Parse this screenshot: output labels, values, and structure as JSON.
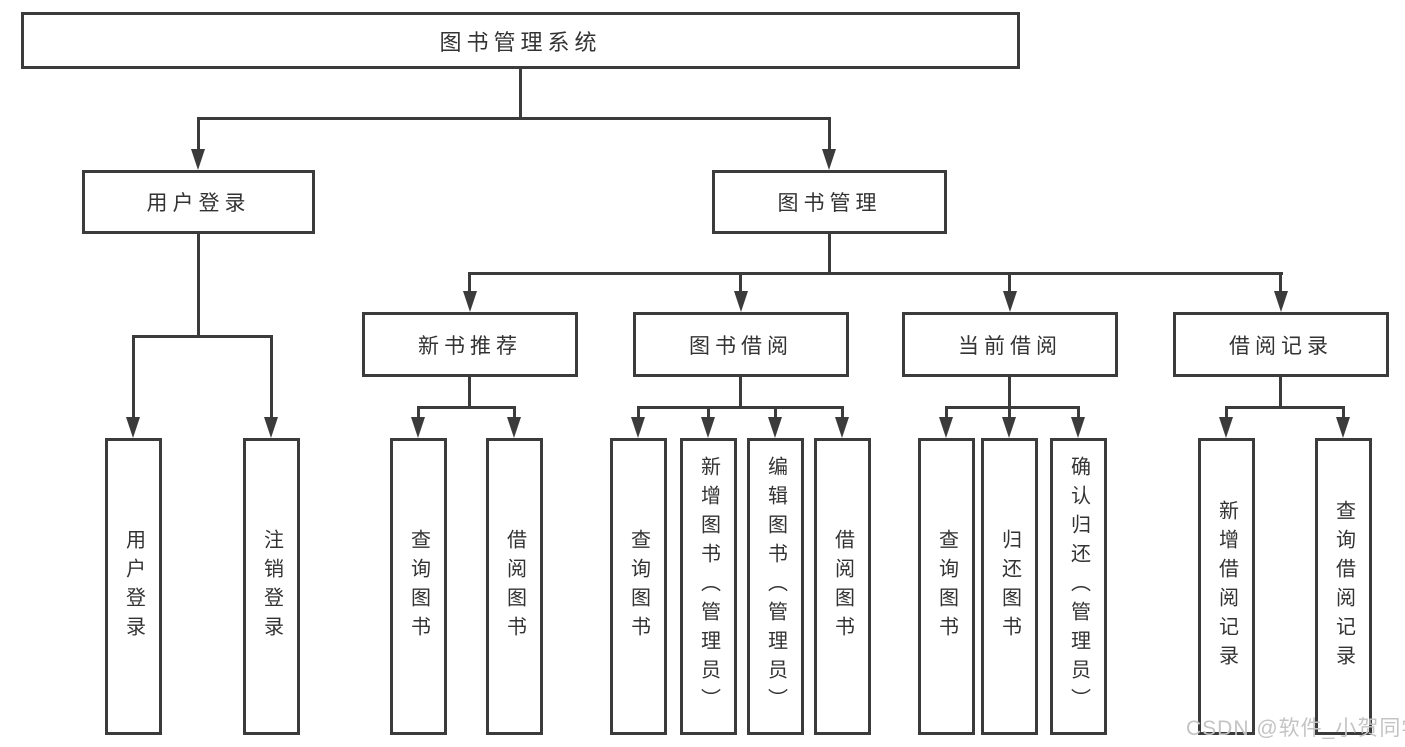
{
  "colors": {
    "line": "#3b3b3b",
    "text": "#333333",
    "node_background": "#ffffff",
    "watermark": "#c4c4c4"
  },
  "root": {
    "label": "图书管理系统"
  },
  "branches": [
    {
      "label": "用户登录",
      "children": [
        {
          "label": "用户登录"
        },
        {
          "label": "注销登录"
        }
      ]
    },
    {
      "label": "图书管理",
      "children": [
        {
          "label": "新书推荐",
          "children": [
            {
              "label": "查询图书"
            },
            {
              "label": "借阅图书"
            }
          ]
        },
        {
          "label": "图书借阅",
          "children": [
            {
              "label": "查询图书"
            },
            {
              "label": "新增图书（管理员）"
            },
            {
              "label": "编辑图书（管理员）"
            },
            {
              "label": "借阅图书"
            }
          ]
        },
        {
          "label": "当前借阅",
          "children": [
            {
              "label": "查询图书"
            },
            {
              "label": "归还图书"
            },
            {
              "label": "确认归还（管理员）"
            }
          ]
        },
        {
          "label": "借阅记录",
          "children": [
            {
              "label": "新增借阅记录"
            },
            {
              "label": "查询借阅记录"
            }
          ]
        }
      ]
    }
  ],
  "watermark": {
    "text": "CSDN @软件_小贺同学"
  }
}
